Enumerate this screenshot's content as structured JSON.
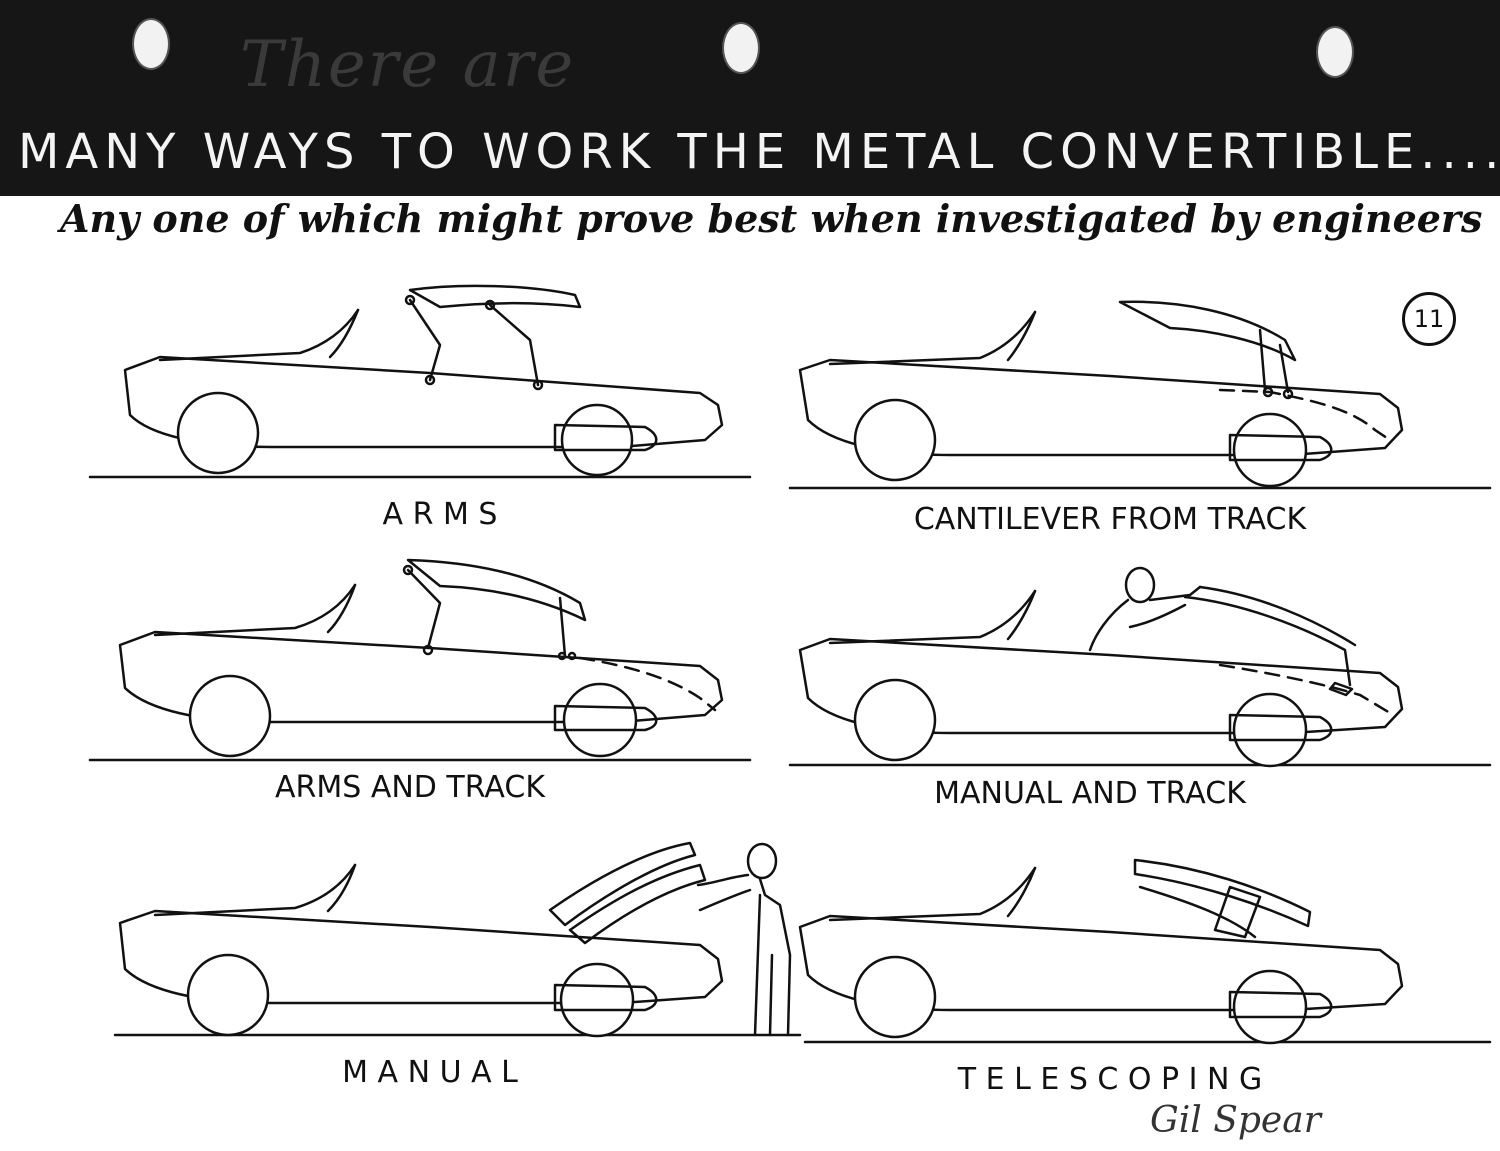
{
  "header": {
    "script_text": "There are",
    "title": "MANY WAYS TO WORK THE METAL CONVERTIBLE.....",
    "subtitle": "Any one of which might prove best when investigated by engineers"
  },
  "page_number": "11",
  "panels": [
    {
      "caption": "A R M S",
      "mechanism": "arms"
    },
    {
      "caption": "CANTILEVER FROM TRACK",
      "mechanism": "cantilever-track"
    },
    {
      "caption": "ARMS AND TRACK",
      "mechanism": "arms-track"
    },
    {
      "caption": "MANUAL AND TRACK",
      "mechanism": "manual-track"
    },
    {
      "caption": "M A N U A L",
      "mechanism": "manual"
    },
    {
      "caption": "T E L E S C O P I N G",
      "mechanism": "telescoping"
    }
  ],
  "signature": "Gil Spear"
}
